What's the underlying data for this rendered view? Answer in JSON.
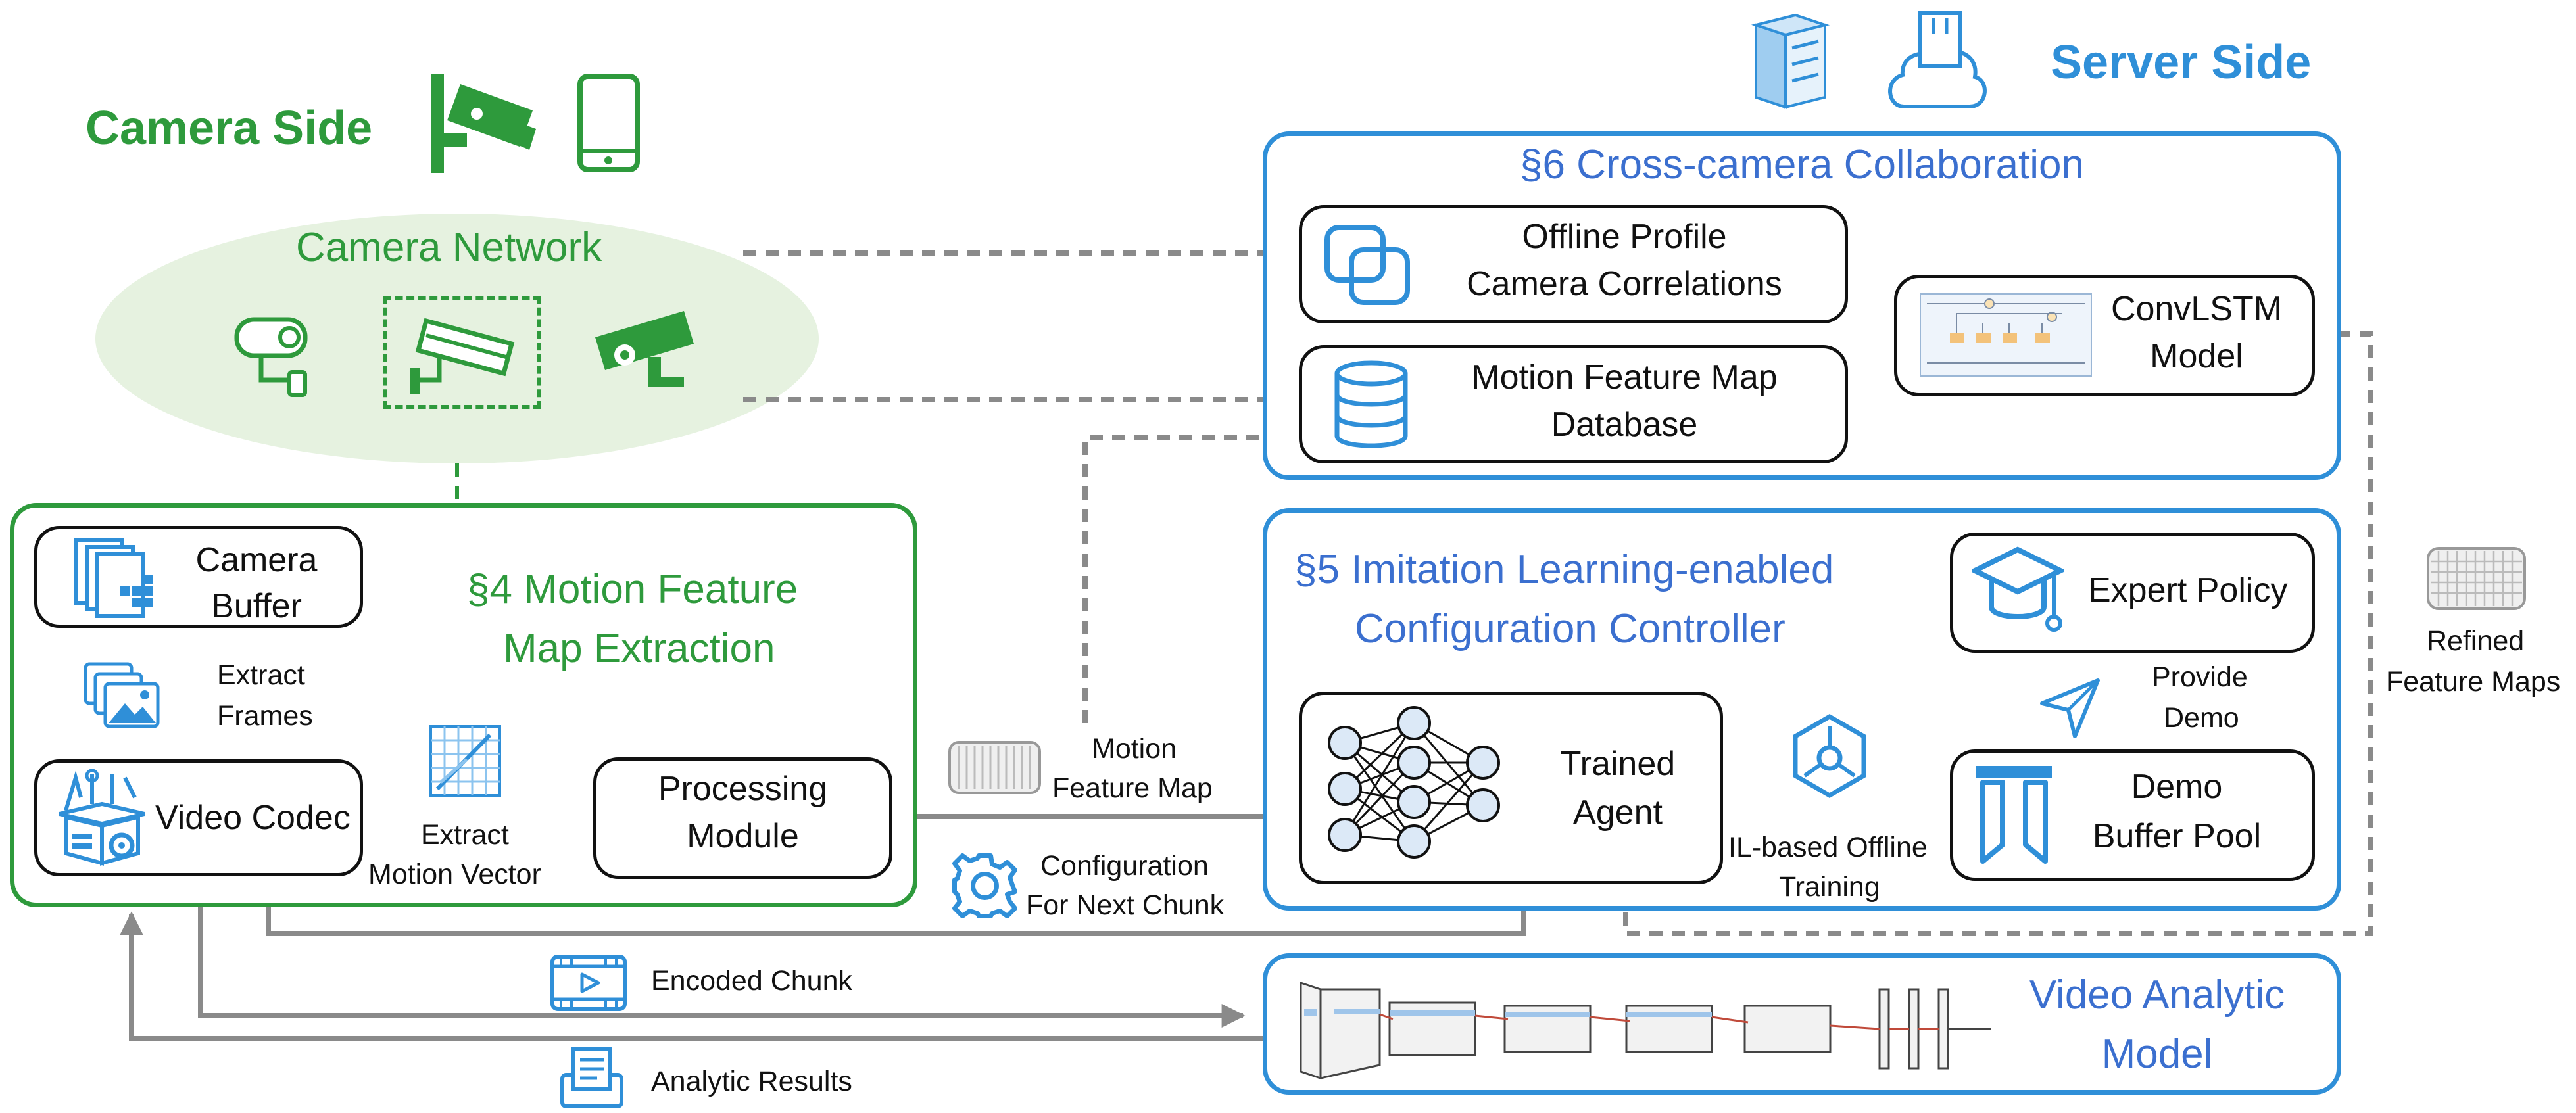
{
  "headers": {
    "camera_side": "Camera Side",
    "server_side": "Server Side"
  },
  "camera_network": {
    "title": "Camera Network"
  },
  "extraction": {
    "title_line1": "§4 Motion Feature",
    "title_line2": "Map Extraction",
    "camera_buffer": [
      "Camera",
      "Buffer"
    ],
    "video_codec": "Video Codec",
    "processing_module": [
      "Processing",
      "Module"
    ],
    "extract_frames": [
      "Extract",
      "Frames"
    ],
    "extract_motion_vector": [
      "Extract",
      "Motion Vector"
    ]
  },
  "collaboration": {
    "title": "§6 Cross-camera Collaboration",
    "offline_profile": [
      "Offline Profile",
      "Camera Correlations"
    ],
    "motion_db": [
      "Motion Feature Map",
      "Database"
    ],
    "convlstm": [
      "ConvLSTM",
      "Model"
    ]
  },
  "controller": {
    "title_line1": "§5 Imitation Learning-enabled",
    "title_line2": "Configuration Controller",
    "expert_policy": "Expert Policy",
    "trained_agent": [
      "Trained",
      "Agent"
    ],
    "demo_buffer": [
      "Demo",
      "Buffer Pool"
    ],
    "provide_demo": [
      "Provide",
      "Demo"
    ],
    "il_training": [
      "IL-based Offline",
      "Training"
    ]
  },
  "analytic": {
    "title": [
      "Video Analytic",
      "Model"
    ]
  },
  "flow_labels": {
    "motion_feature_map": [
      "Motion",
      "Feature Map"
    ],
    "configuration": [
      "Configuration",
      "For Next Chunk"
    ],
    "encoded_chunk": "Encoded Chunk",
    "analytic_results": "Analytic Results",
    "refined_feature_maps": [
      "Refined",
      "Feature Maps"
    ]
  },
  "colors": {
    "camera_green": "#2e9a3c",
    "server_blue": "#2f8fd8",
    "title_blue": "#3b6fcf",
    "flow_gray": "#8a8a8a",
    "ellipse_fill": "#e6f2e0"
  }
}
